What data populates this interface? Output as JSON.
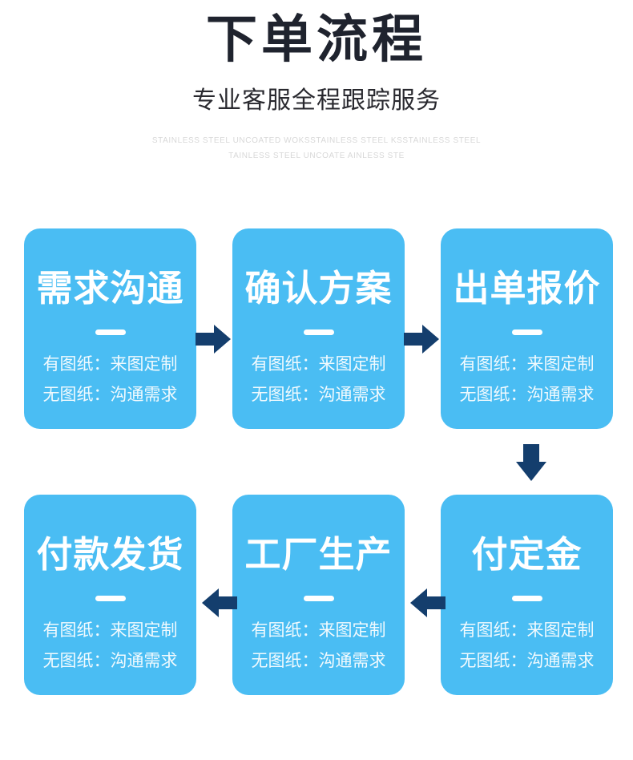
{
  "header": {
    "title": "下单流程",
    "subtitle": "专业客服全程跟踪服务",
    "watermark_line1": "STAINLESS STEEL UNCOATED WOKSSTAINLESS STEEL KSSTAINLESS STEEL",
    "watermark_line2": "TAINLESS STEEL UNCOATE AINLESS STE"
  },
  "flow": {
    "cards": [
      {
        "title": "需求沟通",
        "line1": "有图纸：来图定制",
        "line2": "无图纸：沟通需求"
      },
      {
        "title": "确认方案",
        "line1": "有图纸：来图定制",
        "line2": "无图纸：沟通需求"
      },
      {
        "title": "出单报价",
        "line1": "有图纸：来图定制",
        "line2": "无图纸：沟通需求"
      },
      {
        "title": "付款发货",
        "line1": "有图纸：来图定制",
        "line2": "无图纸：沟通需求"
      },
      {
        "title": "工厂生产",
        "line1": "有图纸：来图定制",
        "line2": "无图纸：沟通需求"
      },
      {
        "title": "付定金",
        "line1": "有图纸：来图定制",
        "line2": "无图纸：沟通需求"
      }
    ]
  },
  "colors": {
    "card_blue": "#4abdf3",
    "arrow_navy": "#143e6d",
    "title_ink": "#1f232e",
    "subtitle_ink": "#29292f",
    "watermark_gray": "#d8d8d8",
    "card_text": "#ffffff",
    "page_bg": "#ffffff"
  }
}
